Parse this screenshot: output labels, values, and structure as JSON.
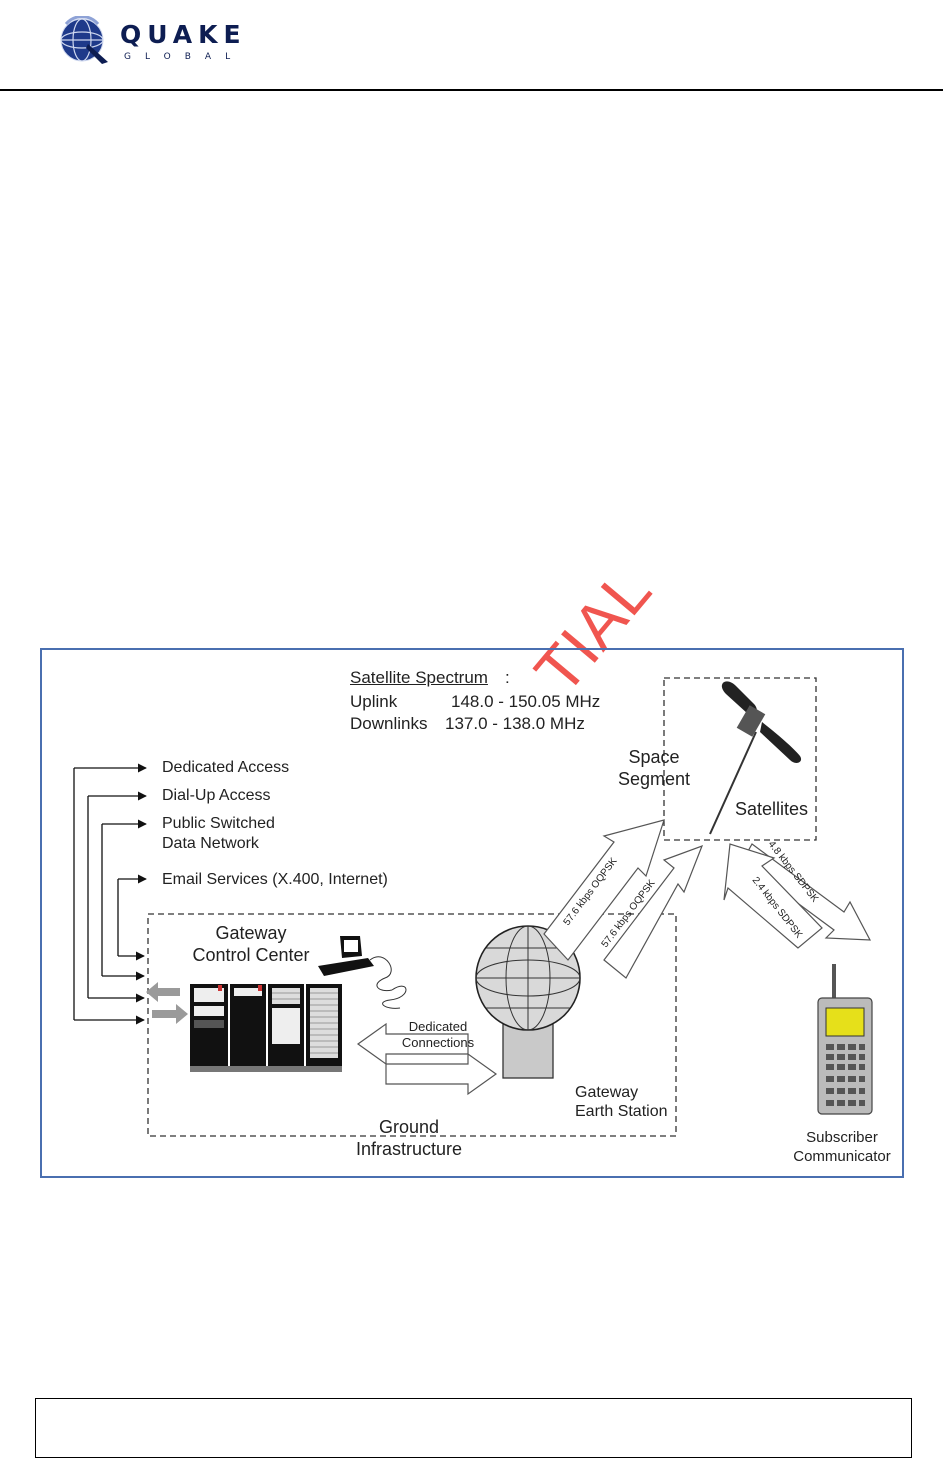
{
  "header": {
    "logo_word": "QUAKE",
    "logo_sub": "GLOBAL"
  },
  "watermark": {
    "text": "CONFIDENTIAL",
    "visible_text": "TIAL",
    "color": "#f0554f"
  },
  "diagram": {
    "frame_color": "#4a6fb0",
    "spectrum": {
      "title": "Satellite Spectrum",
      "uplink_label": "Uplink",
      "uplink_value": "148.0 - 150.05 MHz",
      "downlinks_label": "Downlinks",
      "downlinks_value": "137.0 - 138.0 MHz"
    },
    "access_services": [
      "Dedicated Access",
      "Dial-Up Access",
      "Public Switched",
      "Data Network",
      "Email Services (X.400, Internet)"
    ],
    "space_segment": {
      "line1": "Space",
      "line2": "Segment",
      "satellites": "Satellites"
    },
    "gateway_control": {
      "line1": "Gateway",
      "line2": "Control Center"
    },
    "dedicated_connections": {
      "line1": "Dedicated",
      "line2": "Connections"
    },
    "ground_infrastructure": {
      "line1": "Ground",
      "line2": "Infrastructure"
    },
    "gateway_earth": {
      "line1": "Gateway",
      "line2": "Earth Station"
    },
    "subscriber": {
      "line1": "Subscriber",
      "line2": "Communicator"
    },
    "links": {
      "gateway_up": "57.6 kbps OQPSK",
      "gateway_down": "57.6 kbps OQPSK",
      "subscriber_down": "4.8 kbps SDPSK",
      "subscriber_up": "2.4 kbps SDPSK"
    }
  }
}
